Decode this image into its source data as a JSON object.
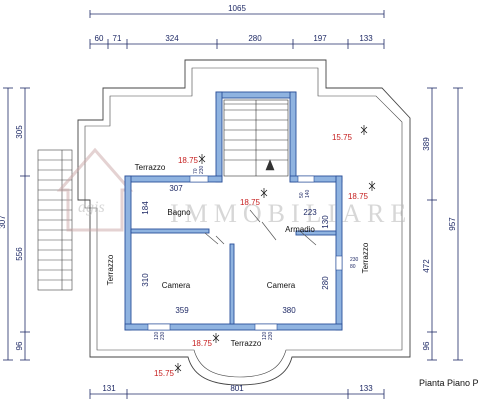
{
  "dimensions": {
    "top_total": "1065",
    "top_segments": [
      "60",
      "71",
      "324",
      "280",
      "197",
      "133"
    ],
    "left": [
      "305",
      "307",
      "556",
      "96"
    ],
    "right_outer": [
      "389",
      "957",
      "472",
      "96"
    ],
    "bottom": [
      "131",
      "801",
      "133"
    ],
    "interior": {
      "bagno_width": "307",
      "bagno_height": "184",
      "armadio_width": "223",
      "armadio_height": "130",
      "camera_left_width": "359",
      "camera_left_height": "310",
      "camera_right_width": "380",
      "camera_right_height": "280"
    },
    "window_labels": {
      "w1": [
        "70",
        "230"
      ],
      "w2": [
        "50",
        "140"
      ],
      "w3": [
        "230",
        "80"
      ],
      "w4": [
        "120",
        "230"
      ],
      "w5": [
        "120",
        "230"
      ]
    }
  },
  "rooms": {
    "bagno": "Bagno",
    "armadio": "Armadio",
    "camera_left": "Camera",
    "camera_right": "Camera",
    "terrazzo_top": "Terrazzo",
    "terrazzo_left": "Terrazzo",
    "terrazzo_right": "Terrazzo",
    "terrazzo_bottom": "Terrazzo"
  },
  "elevations": {
    "e1": "18.75",
    "e2": "18.75",
    "e3": "18.75",
    "e4": "15.75",
    "e5": "18.75",
    "e6": "15.75"
  },
  "caption": "Pianta Piano P",
  "watermark": "IMMOBILIARE",
  "watermark_logo_text": "agis",
  "colors": {
    "wall": "#8fb3e0",
    "wall_stroke": "#2a4f9a",
    "dim": "#1f2a66",
    "elevation": "#c62020"
  }
}
